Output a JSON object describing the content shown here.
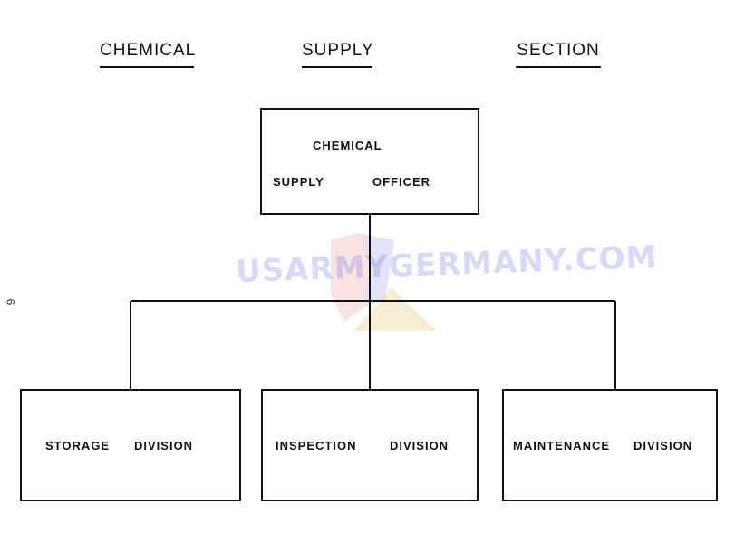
{
  "header": {
    "title_words": [
      "CHEMICAL",
      "SUPPLY",
      "SECTION"
    ]
  },
  "page_number": "6",
  "watermark": {
    "text": "USARMYGERMANY.COM",
    "colors": {
      "text": "#6e78e6",
      "shield_red": "#e07a7a",
      "shield_blue": "#7a82d8",
      "triangle": "#e2c77a"
    }
  },
  "org_chart": {
    "top": {
      "line1": "CHEMICAL",
      "line2_words": [
        "SUPPLY",
        "OFFICER"
      ]
    },
    "divisions": [
      {
        "words": [
          "STORAGE",
          "DIVISION"
        ]
      },
      {
        "words": [
          "INSPECTION",
          "DIVISION"
        ]
      },
      {
        "words": [
          "MAINTENANCE",
          "DIVISION"
        ]
      }
    ]
  }
}
